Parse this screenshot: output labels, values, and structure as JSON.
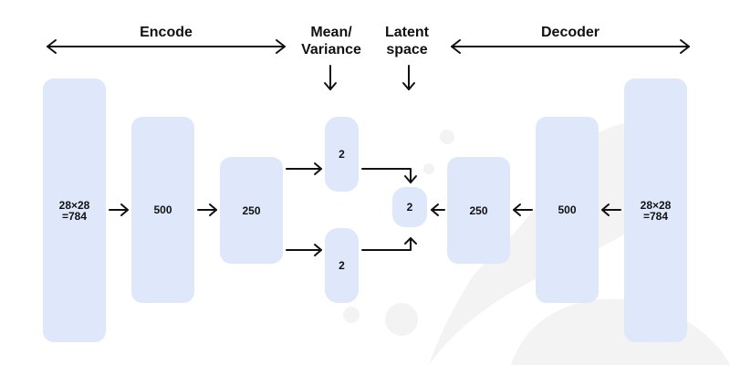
{
  "headers": {
    "encode": "Encode",
    "mean_variance_line1": "Mean/",
    "mean_variance_line2": "Variance",
    "latent_line1": "Latent",
    "latent_line2": "space",
    "decoder": "Decoder"
  },
  "encoder": {
    "input": "28×28\n=784",
    "hidden1": "500",
    "hidden2": "250"
  },
  "stats": {
    "mean": "2",
    "variance": "2"
  },
  "latent": {
    "value": "2"
  },
  "decoder": {
    "hidden2": "250",
    "hidden1": "500",
    "output": "28×28\n=784"
  },
  "colors": {
    "block_fill": "#dfe8fb",
    "arrow": "#111111",
    "background_shapes": "#f3f3f3"
  }
}
